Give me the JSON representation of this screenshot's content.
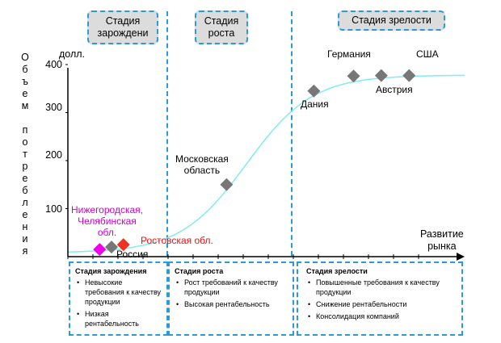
{
  "chart_data": {
    "type": "line",
    "title": "",
    "ylabel": "Объем потребления",
    "yunit": "долл.",
    "xlabel": "Развитие рынка",
    "ylim": [
      0,
      400
    ],
    "yticks": [
      100,
      200,
      300,
      400
    ],
    "x_ticks_count": 15,
    "curve": "S-shaped (logistic) market development curve",
    "curve_color": "#80ecec",
    "stages": [
      {
        "name": "Стадия зарождени",
        "x_range": [
          0,
          0.23
        ]
      },
      {
        "name": "Стадия роста",
        "x_range": [
          0.23,
          0.56
        ]
      },
      {
        "name": "Стадия зрелости",
        "x_range": [
          0.56,
          1.0
        ]
      }
    ],
    "points": [
      {
        "label": "Нижегородская, Челябинская обл.",
        "x": 0.08,
        "y": 15,
        "color": "#ee00ee",
        "label_color": "#cc00cc"
      },
      {
        "label": "Россия",
        "x": 0.11,
        "y": 20,
        "color": "#777777",
        "label_color": "#000000"
      },
      {
        "label": "Ростовская обл.",
        "x": 0.14,
        "y": 25,
        "color": "#ee3322",
        "label_color": "#ee1111"
      },
      {
        "label": "Московская область",
        "x": 0.4,
        "y": 150,
        "color": "#777777",
        "label_color": "#000000"
      },
      {
        "label": "Дания",
        "x": 0.62,
        "y": 345,
        "color": "#777777",
        "label_color": "#000000"
      },
      {
        "label": "Германия",
        "x": 0.72,
        "y": 376,
        "color": "#777777",
        "label_color": "#000000"
      },
      {
        "label": "Австрия",
        "x": 0.79,
        "y": 377,
        "color": "#777777",
        "label_color": "#000000"
      },
      {
        "label": "США",
        "x": 0.86,
        "y": 377,
        "color": "#777777",
        "label_color": "#000000"
      }
    ]
  },
  "headers": {
    "stage1": "Стадия зарождени",
    "stage2": "Стадия роста",
    "stage3": "Стадия зрелости"
  },
  "axis": {
    "unit": "долл.",
    "y_letters": [
      "О",
      "б",
      "ъ",
      "е",
      "м",
      " ",
      "п",
      "о",
      "т",
      "р",
      "е",
      "б",
      "л",
      "е",
      "н",
      "и",
      "я"
    ],
    "ticks": [
      "400",
      "300",
      "200",
      "100"
    ],
    "x_label_line1": "Развитие",
    "x_label_line2": "рынка"
  },
  "labels": {
    "nizh": [
      "Нижегородская,",
      "Челябинская",
      "обл."
    ],
    "russia": "Россия",
    "rostov": "Ростовская обл.",
    "moscow": [
      "Московская",
      "область"
    ],
    "denmark": "Дания",
    "germany": "Германия",
    "austria": "Австрия",
    "usa": "США"
  },
  "descriptions": [
    {
      "title": "Стадия зарождения",
      "items": [
        "Невысокие требования к качеству продукции",
        "Низкая рентабельность"
      ]
    },
    {
      "title": "Стадия роста",
      "items": [
        "Рост требований к качеству продукции",
        "Высокая рентабельность"
      ]
    },
    {
      "title": "Стадия зрелости",
      "items": [
        "Повышенные требования к качеству продукции",
        "Снижение рентабельности",
        "Консолидация компаний"
      ]
    }
  ]
}
